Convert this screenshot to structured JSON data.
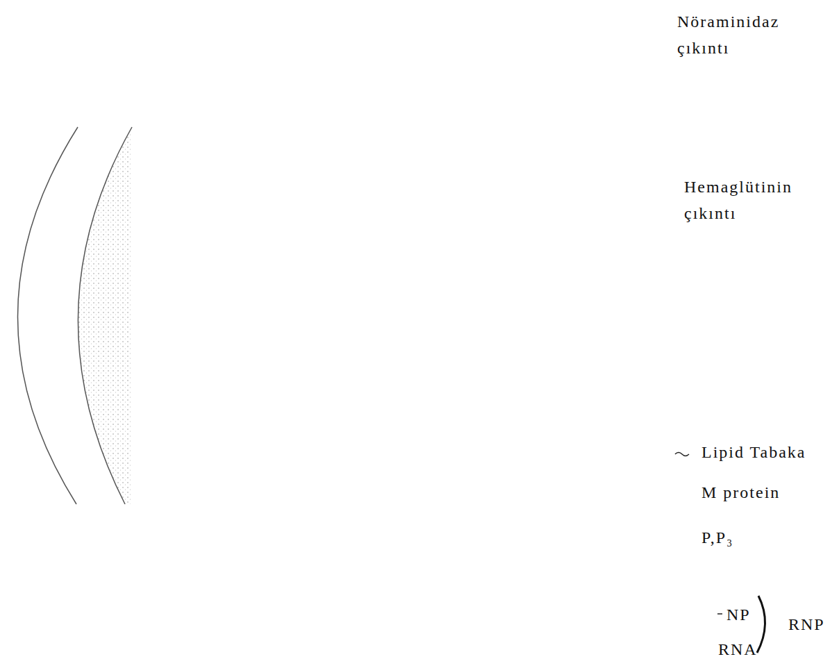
{
  "diagram": {
    "labels": [
      "Nöraminidaz çıkıntı",
      "Hemaglütinin çıkıntı",
      "Lipid Tabaka",
      "M protein",
      "P,P₃",
      "NP",
      "RNA",
      "RNP"
    ]
  }
}
